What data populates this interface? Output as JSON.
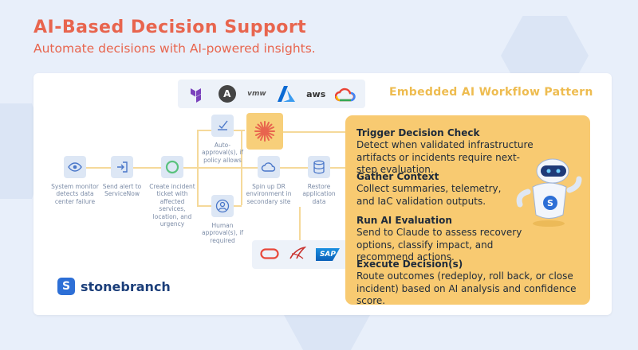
{
  "header": {
    "title": "AI-Based Decision Support",
    "subtitle": "Automate decisions with AI-powered insights."
  },
  "pattern_title": "Embedded AI Workflow Pattern",
  "cloud_providers": [
    {
      "name": "terraform-icon"
    },
    {
      "name": "ansible-icon",
      "label": "A"
    },
    {
      "name": "vmware-icon",
      "label": "vmw"
    },
    {
      "name": "azure-icon",
      "label": "A"
    },
    {
      "name": "aws-icon",
      "label": "aws"
    },
    {
      "name": "gcp-icon"
    }
  ],
  "bottom_providers": [
    {
      "name": "oracle-icon"
    },
    {
      "name": "sql-server-icon"
    },
    {
      "name": "sap-icon",
      "label": "SAP"
    }
  ],
  "workflow": {
    "system_monitor": "System monitor detects data center failure",
    "send_alert": "Send alert to ServiceNow",
    "create_ticket": "Create incident ticket with affected services, location, and urgency",
    "auto_approval": "Auto-approval(s), if policy allows",
    "human_approval": "Human approval(s), if required",
    "spin_up_dr": "Spin up DR environment in secondary site",
    "restore_data": "Restore application data"
  },
  "steps": [
    {
      "title": "Trigger Decision Check",
      "text": "Detect when validated infrastructure artifacts or incidents require next-step evaluation."
    },
    {
      "title": "Gather Context",
      "text": "Collect summaries, telemetry, and IaC validation outputs."
    },
    {
      "title": "Run AI Evaluation",
      "text": "Send to Claude to assess recovery options, classify impact, and recommend actions."
    },
    {
      "title": "Execute Decision(s)",
      "text": "Route outcomes (redeploy, roll back, or close incident) based on AI analysis and confidence score."
    }
  ],
  "brand": {
    "logo_letter": "S",
    "name": "stonebranch"
  },
  "colors": {
    "accent": "#e8654e",
    "panel": "#f8ca71",
    "brand": "#2d6fd6"
  }
}
